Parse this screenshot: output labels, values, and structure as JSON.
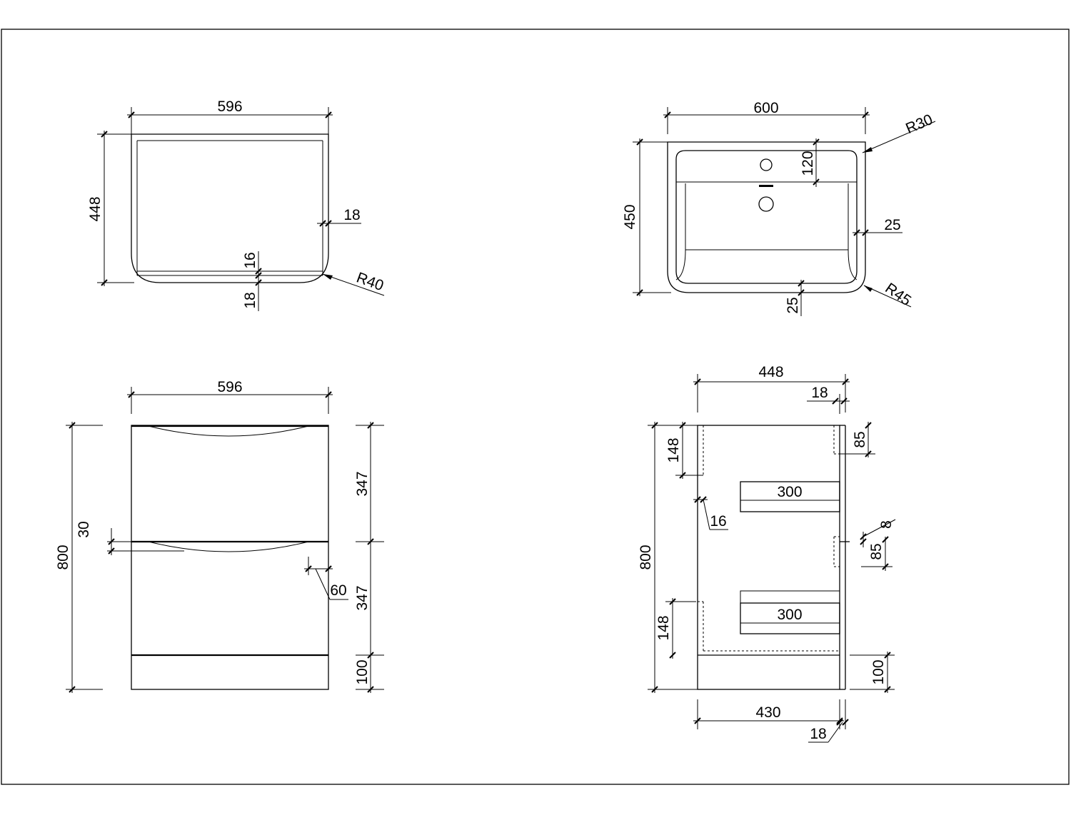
{
  "colors": {
    "line": "#000000",
    "background": "#ffffff"
  },
  "views": {
    "top_cabinet": {
      "width": "596",
      "depth": "448",
      "side_panel": "18",
      "front_inner": "16",
      "front_panel": "18",
      "corner_radius": "R40"
    },
    "top_basin": {
      "width": "600",
      "depth": "450",
      "tap_ledge": "120",
      "rim_side": "25",
      "rim_front": "25",
      "inner_radius": "R30",
      "outer_radius": "R45"
    },
    "front_elevation": {
      "width": "596",
      "height": "800",
      "drawer_upper": "347",
      "drawer_lower": "347",
      "plinth": "100",
      "handle_gap": "30",
      "handle_inset": "60"
    },
    "side_elevation": {
      "depth": "448",
      "back_panel": "18",
      "runner_top": "300",
      "runner_bottom": "300",
      "side_inset": "16",
      "upper_block": "148",
      "lower_block": "148",
      "height": "800",
      "notch_top": "85",
      "notch_mid": "85",
      "notch_gap": "8",
      "plinth": "100",
      "carcass_depth": "430",
      "front_panel": "18"
    }
  }
}
